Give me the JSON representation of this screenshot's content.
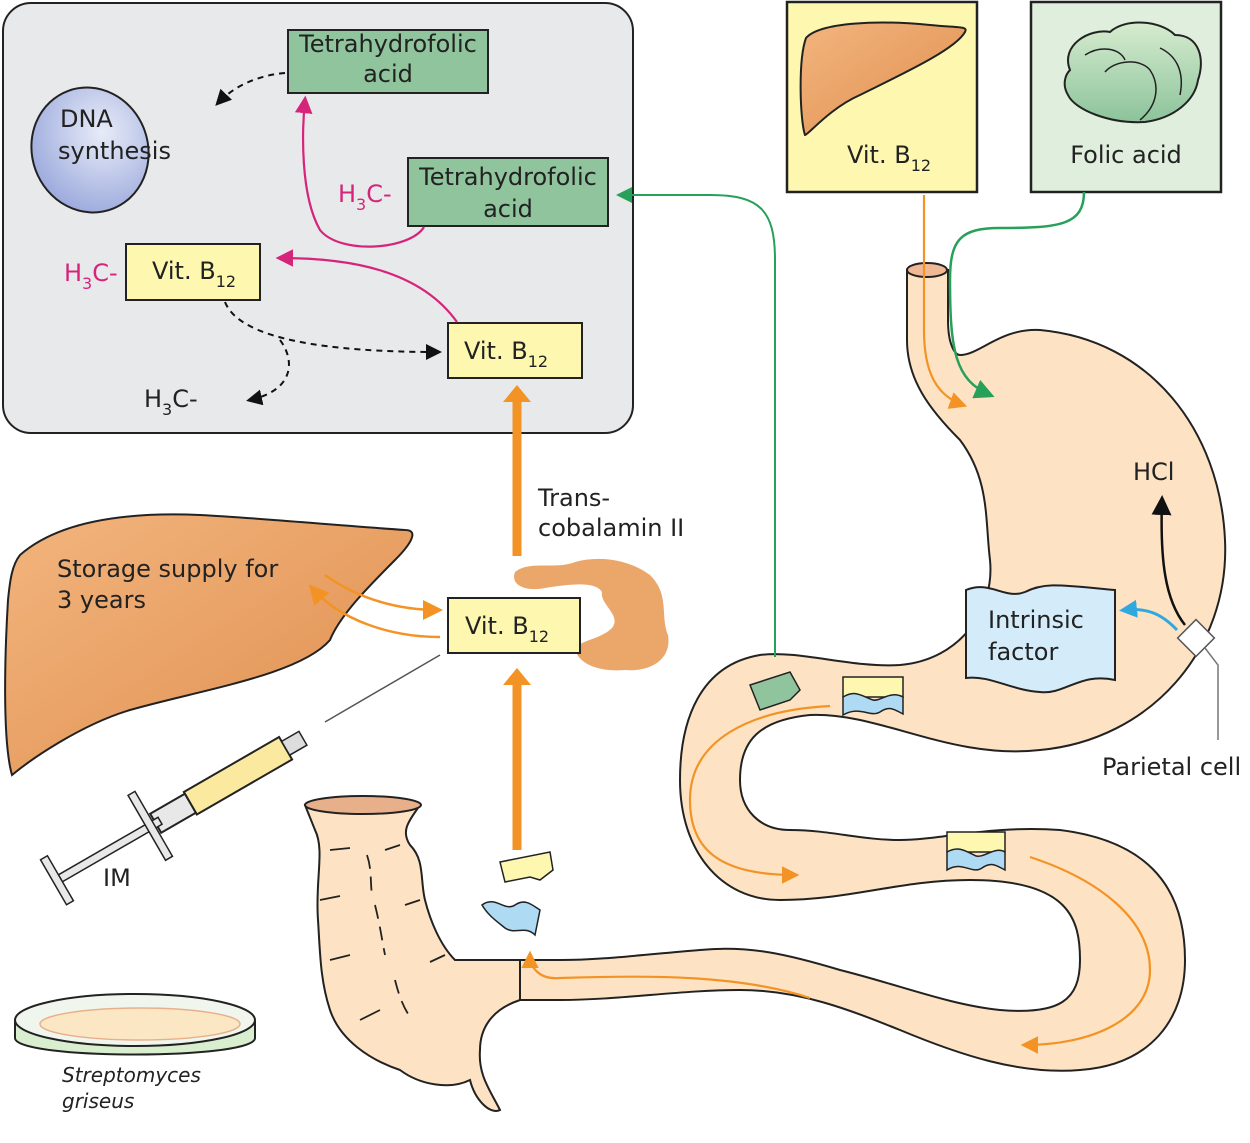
{
  "colors": {
    "panel_bg": "#e8e9eb",
    "vitamin_box": "#fdf7b0",
    "folate_box": "#8fc49c",
    "folate_box_light": "#dfeedd",
    "dna_oval": "#b7c1e8",
    "organ_tissue": "#fde3c3",
    "liver": "#eba66a",
    "orange_arrow": "#f39325",
    "green_arrow": "#27a05a",
    "pink_arrow": "#d6247a",
    "blue_arrow": "#2fa8e0",
    "intrinsic_factor": "#d4ecfa"
  },
  "cell_panel": {
    "thf_top": {
      "line1": "Tetrahydrofolic",
      "line2": "acid"
    },
    "thf_methyl": {
      "line1": "Tetrahydrofolic",
      "line2": "acid",
      "prefix": "H",
      "prefix_sub": "3",
      "prefix_tail": "C-"
    },
    "dna": {
      "line1": "DNA",
      "line2": "synthesis"
    },
    "b12_methyl": {
      "label": "Vit. B",
      "sub": "12",
      "prefix": "H",
      "prefix_sub": "3",
      "prefix_tail": "C-"
    },
    "b12_cell": {
      "label": "Vit. B",
      "sub": "12"
    },
    "methyl_released": {
      "prefix": "H",
      "prefix_sub": "3",
      "prefix_tail": "C-"
    }
  },
  "sources": {
    "b12_source": {
      "label": "Vit. B",
      "sub": "12"
    },
    "folic_source": {
      "label": "Folic acid"
    }
  },
  "transport": {
    "transcobalamin": {
      "line1": "Trans-",
      "line2": "cobalamin II"
    },
    "b12_blood": {
      "label": "Vit. B",
      "sub": "12"
    },
    "liver_storage": {
      "line1": "Storage supply for",
      "line2": "3 years"
    },
    "injection": {
      "label": "IM"
    },
    "culture": {
      "line1": "Streptomyces",
      "line2": "griseus"
    }
  },
  "stomach": {
    "hcl": "HCl",
    "intrinsic_factor": {
      "line1": "Intrinsic",
      "line2": "factor"
    },
    "parietal_cell": "Parietal cell"
  }
}
